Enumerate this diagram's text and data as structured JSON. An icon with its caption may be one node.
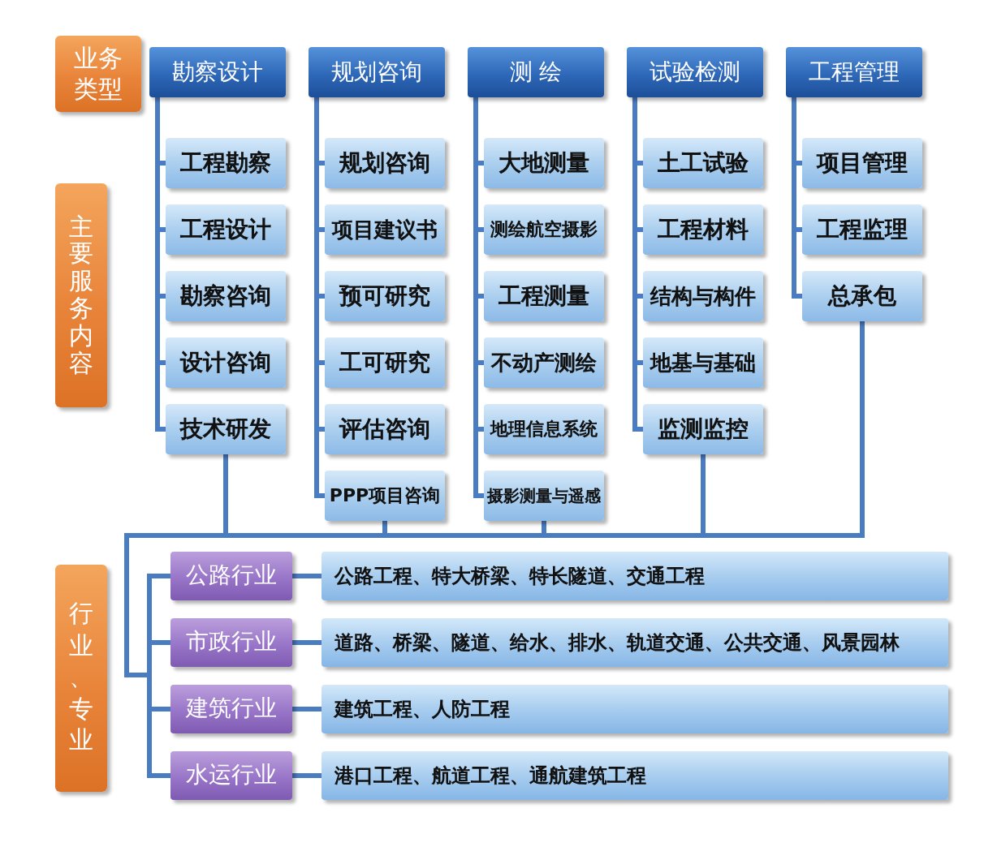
{
  "diagram": {
    "nodes": [
      {
        "text": [
          "业务类型"
        ]
      },
      {
        "text": [
          "勘察设计"
        ]
      },
      {
        "text": [
          "规划咨询"
        ]
      },
      {
        "text": [
          "测 绘"
        ]
      },
      {
        "text": [
          "试验检测"
        ]
      },
      {
        "text": [
          "工程管理"
        ]
      },
      {
        "text": [
          "主要服务内容"
        ]
      },
      {
        "text": [
          "工程勘察"
        ]
      },
      {
        "text": [
          "工程设计"
        ]
      },
      {
        "text": [
          "勘察咨询"
        ]
      },
      {
        "text": [
          "设计咨询"
        ]
      },
      {
        "text": [
          "技术研发"
        ]
      },
      {
        "text": [
          "规划咨询"
        ]
      },
      {
        "text": [
          "项目建议书"
        ]
      },
      {
        "text": [
          "预可研究"
        ]
      },
      {
        "text": [
          "工可研究"
        ]
      },
      {
        "text": [
          "评估咨询"
        ]
      },
      {
        "text": [
          "PPP项目咨询"
        ]
      },
      {
        "text": [
          "大地测量"
        ]
      },
      {
        "text": [
          "测绘航空摄影"
        ]
      },
      {
        "text": [
          "工程测量"
        ]
      },
      {
        "text": [
          "不动产测绘"
        ]
      },
      {
        "text": [
          "地理信息系统"
        ]
      },
      {
        "text": [
          "摄影测量与遥感"
        ]
      },
      {
        "text": [
          "土工试验"
        ]
      },
      {
        "text": [
          "工程材料"
        ]
      },
      {
        "text": [
          "结构与构件"
        ]
      },
      {
        "text": [
          "地基与基础"
        ]
      },
      {
        "text": [
          "监测监控"
        ]
      },
      {
        "text": [
          "项目管理"
        ]
      },
      {
        "text": [
          "工程监理"
        ]
      },
      {
        "text": [
          "总承包"
        ]
      },
      {
        "text": [
          "行业、专业"
        ]
      },
      {
        "text": [
          "公路行业"
        ]
      },
      {
        "text": [
          "公路工程、特大桥梁、特长隧道、交通工程"
        ]
      },
      {
        "text": [
          "市政行业"
        ]
      },
      {
        "text": [
          "道路、桥梁、隧道、给水、排水、轨道交通、公共交通、风景园林"
        ]
      },
      {
        "text": [
          "建筑行业"
        ]
      },
      {
        "text": [
          "建筑工程、人防工程"
        ]
      },
      {
        "text": [
          "水运行业"
        ]
      },
      {
        "text": [
          "港口工程、航道工程、通航建筑工程"
        ]
      }
    ],
    "edges": [
      {
        "from": 1,
        "to": 7,
        "arrow": "none"
      },
      {
        "from": 1,
        "to": 8,
        "arrow": "none"
      },
      {
        "from": 1,
        "to": 9,
        "arrow": "none"
      },
      {
        "from": 1,
        "to": 10,
        "arrow": "none"
      },
      {
        "from": 1,
        "to": 11,
        "arrow": "none"
      },
      {
        "from": 2,
        "to": 12,
        "arrow": "none"
      },
      {
        "from": 2,
        "to": 13,
        "arrow": "none"
      },
      {
        "from": 2,
        "to": 14,
        "arrow": "none"
      },
      {
        "from": 2,
        "to": 15,
        "arrow": "none"
      },
      {
        "from": 2,
        "to": 16,
        "arrow": "none"
      },
      {
        "from": 2,
        "to": 17,
        "arrow": "none"
      },
      {
        "from": 3,
        "to": 18,
        "arrow": "none"
      },
      {
        "from": 3,
        "to": 19,
        "arrow": "none"
      },
      {
        "from": 3,
        "to": 20,
        "arrow": "none"
      },
      {
        "from": 3,
        "to": 21,
        "arrow": "none"
      },
      {
        "from": 3,
        "to": 22,
        "arrow": "none"
      },
      {
        "from": 3,
        "to": 23,
        "arrow": "none"
      },
      {
        "from": 4,
        "to": 24,
        "arrow": "none"
      },
      {
        "from": 4,
        "to": 25,
        "arrow": "none"
      },
      {
        "from": 4,
        "to": 26,
        "arrow": "none"
      },
      {
        "from": 4,
        "to": 27,
        "arrow": "none"
      },
      {
        "from": 4,
        "to": 28,
        "arrow": "none"
      },
      {
        "from": 5,
        "to": 29,
        "arrow": "none"
      },
      {
        "from": 5,
        "to": 30,
        "arrow": "none"
      },
      {
        "from": 5,
        "to": 31,
        "arrow": "none"
      },
      {
        "from": 11,
        "to": 33,
        "arrow": "none"
      },
      {
        "from": 11,
        "to": 35,
        "arrow": "none"
      },
      {
        "from": 11,
        "to": 37,
        "arrow": "none"
      },
      {
        "from": 11,
        "to": 39,
        "arrow": "none"
      },
      {
        "from": 17,
        "to": 33,
        "arrow": "none"
      },
      {
        "from": 17,
        "to": 35,
        "arrow": "none"
      },
      {
        "from": 17,
        "to": 37,
        "arrow": "none"
      },
      {
        "from": 17,
        "to": 39,
        "arrow": "none"
      },
      {
        "from": 23,
        "to": 33,
        "arrow": "none"
      },
      {
        "from": 23,
        "to": 35,
        "arrow": "none"
      },
      {
        "from": 23,
        "to": 37,
        "arrow": "none"
      },
      {
        "from": 23,
        "to": 39,
        "arrow": "none"
      },
      {
        "from": 28,
        "to": 33,
        "arrow": "none"
      },
      {
        "from": 28,
        "to": 35,
        "arrow": "none"
      },
      {
        "from": 28,
        "to": 37,
        "arrow": "none"
      },
      {
        "from": 28,
        "to": 39,
        "arrow": "none"
      },
      {
        "from": 31,
        "to": 33,
        "arrow": "none"
      },
      {
        "from": 31,
        "to": 35,
        "arrow": "none"
      },
      {
        "from": 31,
        "to": 37,
        "arrow": "none"
      },
      {
        "from": 31,
        "to": 39,
        "arrow": "none"
      },
      {
        "from": 33,
        "to": 34,
        "arrow": "none"
      },
      {
        "from": 35,
        "to": 36,
        "arrow": "none"
      },
      {
        "from": 37,
        "to": 38,
        "arrow": "none"
      },
      {
        "from": 39,
        "to": 40,
        "arrow": "none"
      }
    ]
  }
}
